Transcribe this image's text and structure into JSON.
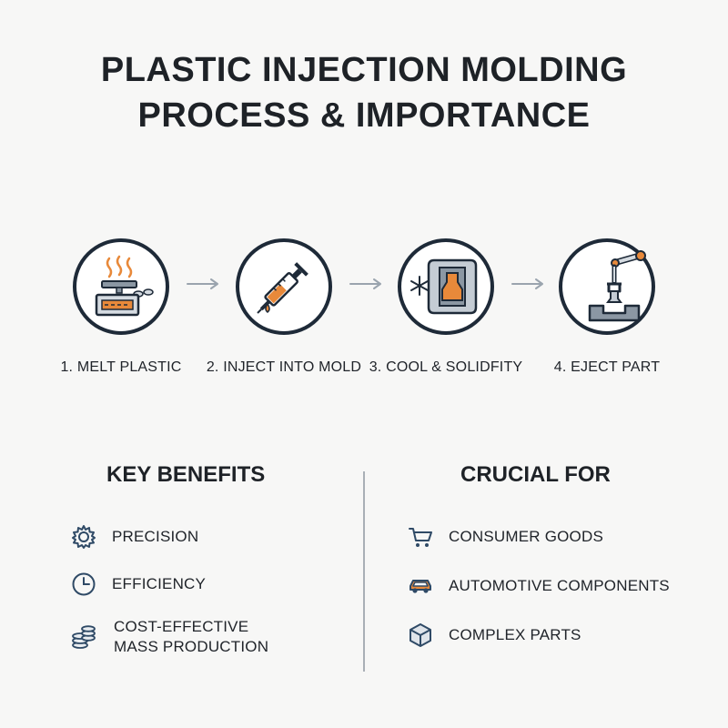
{
  "title": {
    "line1": "PLASTIC INJECTION MOLDING",
    "line2": "PROCESS & IMPORTANCE"
  },
  "steps": [
    {
      "label": "1. MELT PLASTIC",
      "icon": "melt-plastic-icon"
    },
    {
      "label": "2. INJECT INTO MOLD",
      "icon": "syringe-icon"
    },
    {
      "label": "3. COOL & SOLIDFITY",
      "icon": "cooling-mold-icon"
    },
    {
      "label": "4. EJECT PART",
      "icon": "robot-arm-icon"
    }
  ],
  "benefits": {
    "heading": "KEY BENEFITS",
    "items": [
      {
        "label": "PRECISION",
        "icon": "gear-icon"
      },
      {
        "label": "EFFICIENCY",
        "icon": "clock-icon"
      },
      {
        "label_line1": "COST-EFFECTIVE",
        "label_line2": "MASS PRODUCTION",
        "icon": "coin-stack-icon"
      }
    ]
  },
  "crucial": {
    "heading": "CRUCIAL FOR",
    "items": [
      {
        "label": "CONSUMER GOODS",
        "icon": "shopping-cart-icon"
      },
      {
        "label": "AUTOMOTIVE COMPONENTS",
        "icon": "car-icon"
      },
      {
        "label": "COMPLEX PARTS",
        "icon": "cube-icon"
      }
    ]
  },
  "colors": {
    "dark": "#1e2a38",
    "accent_orange": "#e8893a",
    "steel": "#8b97a3",
    "light_steel": "#d5dbe1"
  }
}
